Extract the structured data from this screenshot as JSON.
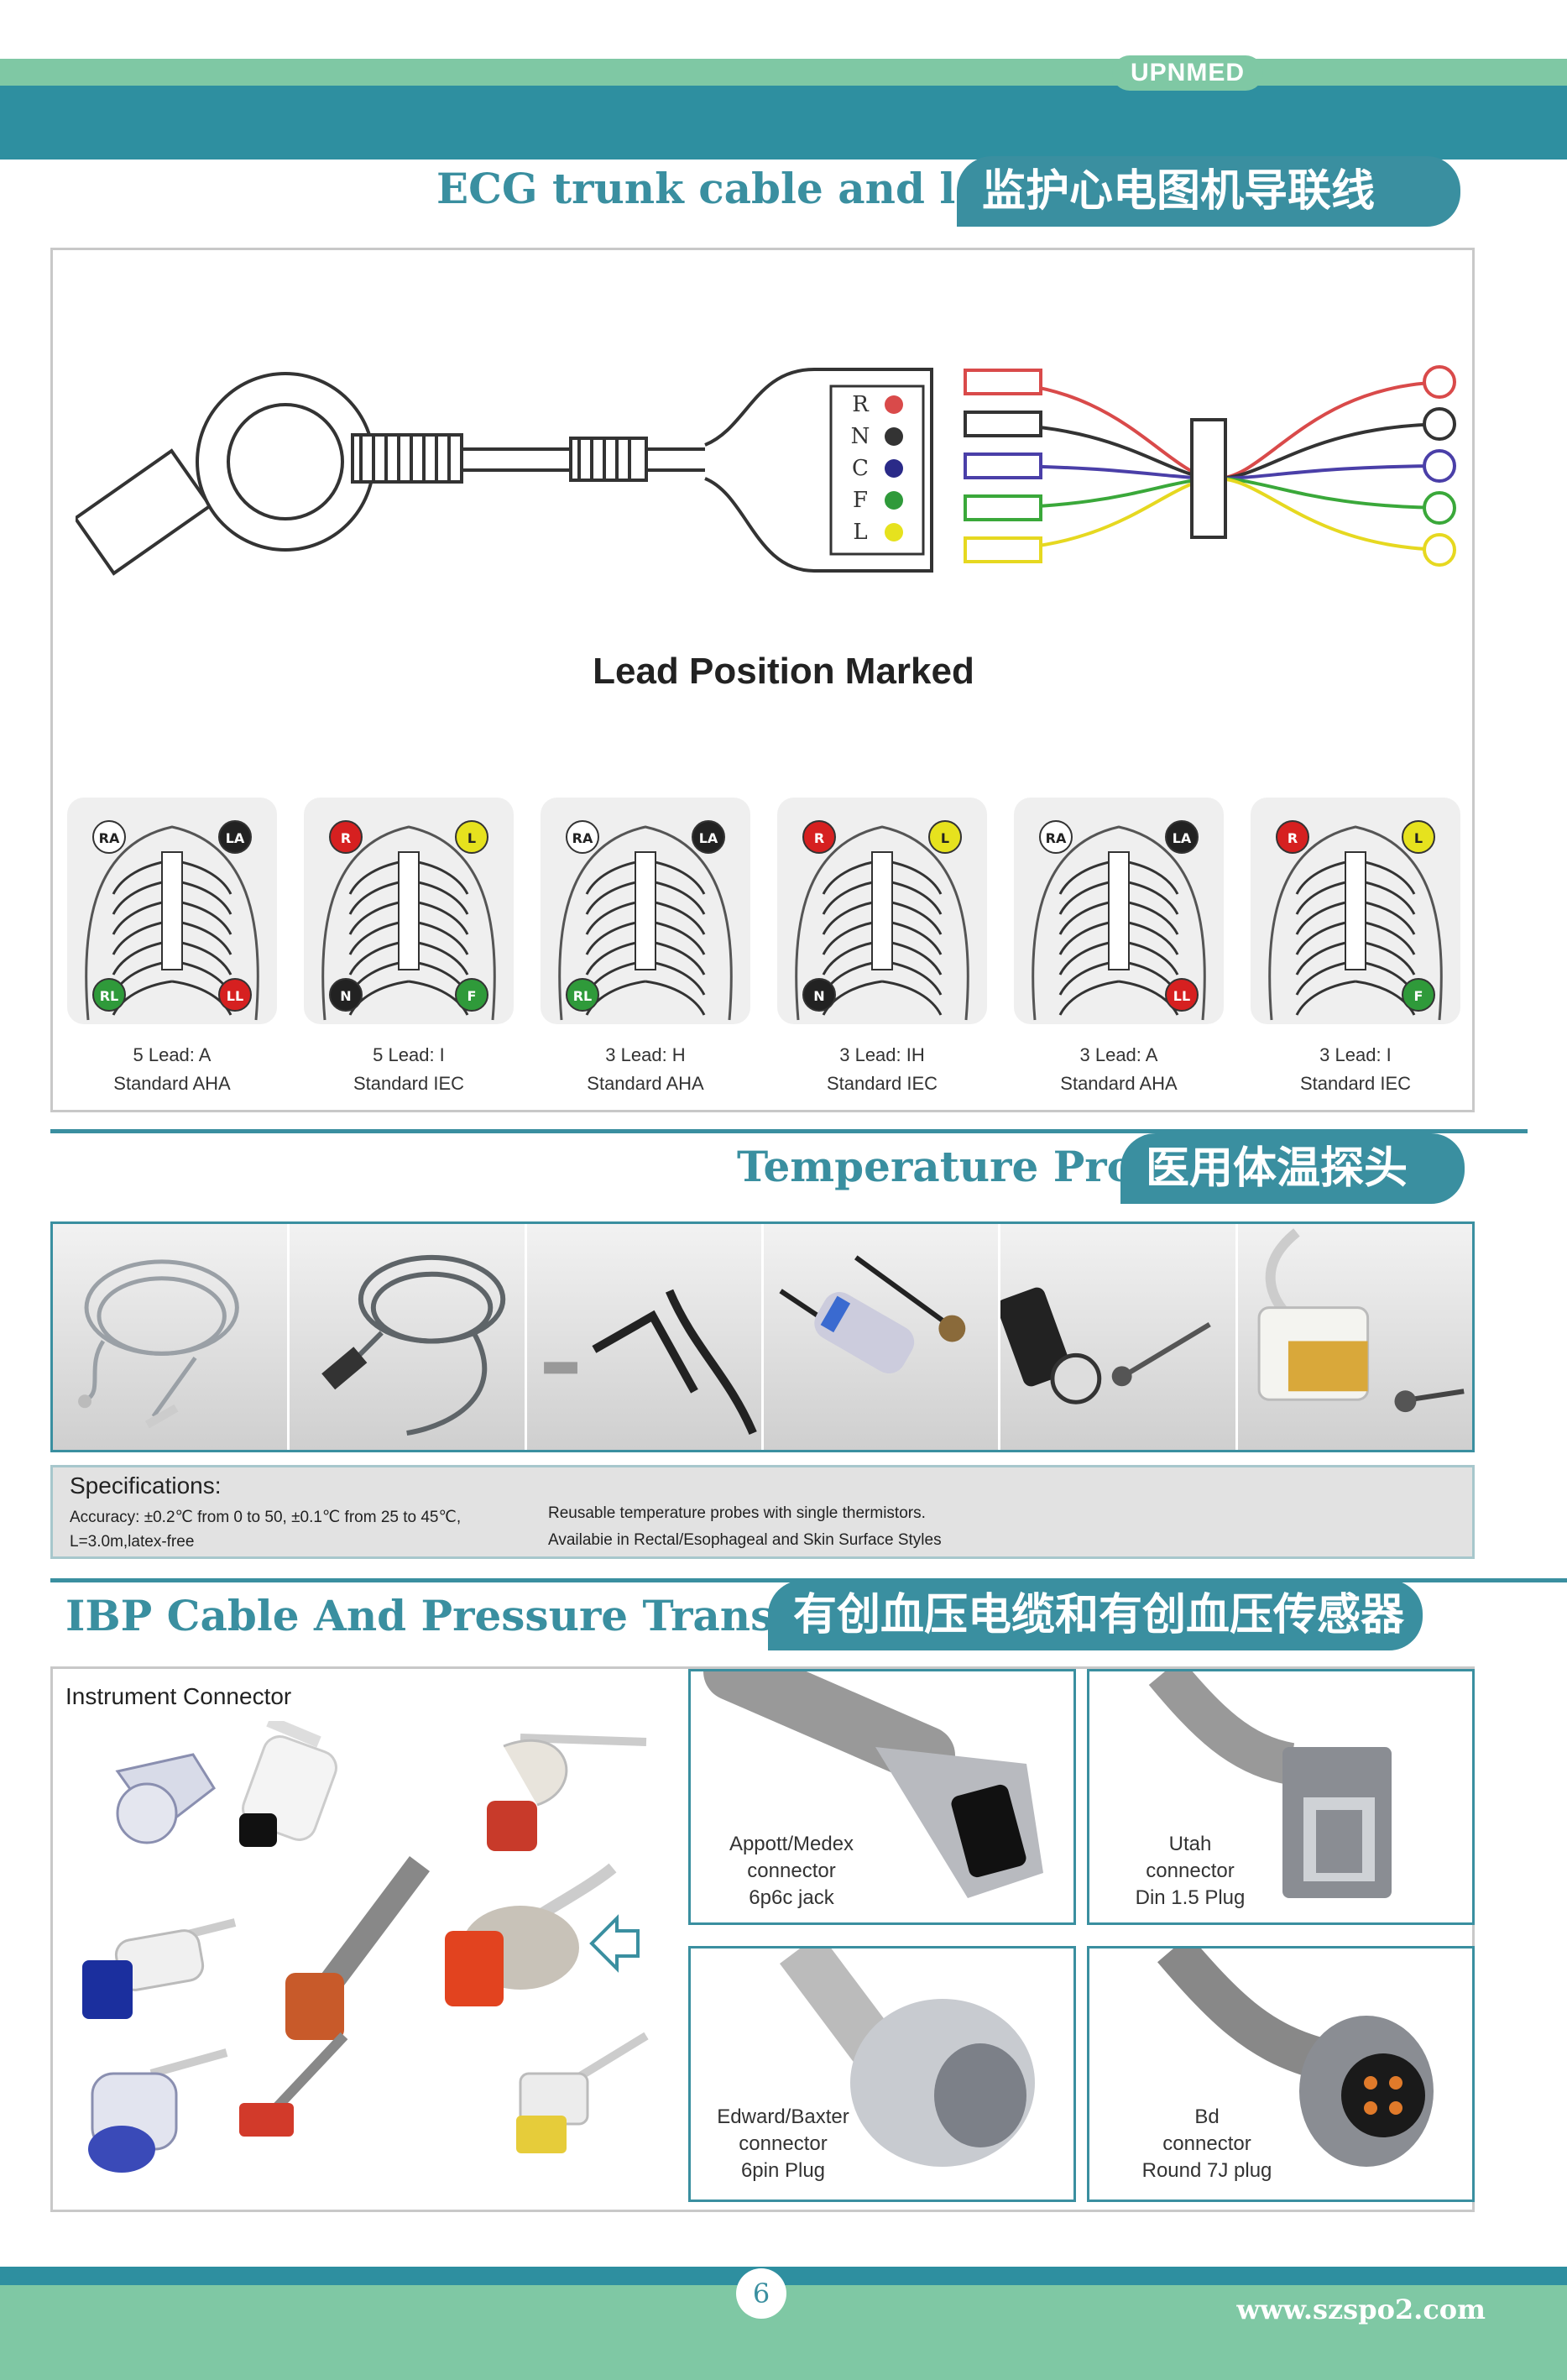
{
  "brand": "UPNMED",
  "ecg": {
    "title_en": "ECG trunk cable and leads",
    "title_cn": "监护心电图机导联线",
    "connector_letters": [
      "R",
      "N",
      "C",
      "F",
      "L"
    ],
    "diagram_caption": "Lead Position Marked",
    "diagrams": [
      {
        "line1": "5 Lead: A",
        "line2": "Standard AHA",
        "top": [
          "RA",
          "LA"
        ],
        "bottom": [
          "RL",
          "LL"
        ],
        "top_colors": [
          "#ffffff",
          "#222222"
        ],
        "bottom_colors": [
          "#2f9a3a",
          "#d62020"
        ]
      },
      {
        "line1": "5 Lead: I",
        "line2": "Standard IEC",
        "top": [
          "R",
          "L"
        ],
        "bottom": [
          "N",
          "F"
        ],
        "top_colors": [
          "#d62020",
          "#e6e21e"
        ],
        "bottom_colors": [
          "#222222",
          "#2f9a3a"
        ]
      },
      {
        "line1": "3 Lead: H",
        "line2": "Standard AHA",
        "top": [
          "RA",
          "LA"
        ],
        "bottom": [
          "RL",
          ""
        ],
        "top_colors": [
          "#ffffff",
          "#222222"
        ],
        "bottom_colors": [
          "#2f9a3a",
          ""
        ]
      },
      {
        "line1": "3 Lead: IH",
        "line2": "Standard IEC",
        "top": [
          "R",
          "L"
        ],
        "bottom": [
          "N",
          ""
        ],
        "top_colors": [
          "#d62020",
          "#e6e21e"
        ],
        "bottom_colors": [
          "#222222",
          ""
        ]
      },
      {
        "line1": "3 Lead: A",
        "line2": "Standard AHA",
        "top": [
          "RA",
          "LA"
        ],
        "bottom": [
          "",
          "LL"
        ],
        "top_colors": [
          "#ffffff",
          "#222222"
        ],
        "bottom_colors": [
          "",
          "#d62020"
        ]
      },
      {
        "line1": "3 Lead: I",
        "line2": "Standard IEC",
        "top": [
          "R",
          "L"
        ],
        "bottom": [
          "",
          "F"
        ],
        "top_colors": [
          "#d62020",
          "#e6e21e"
        ],
        "bottom_colors": [
          "",
          "#2f9a3a"
        ]
      }
    ],
    "lead_colors": [
      "#d94a4a",
      "#333333",
      "#4a3fa8",
      "#3aa83a",
      "#e6d820"
    ]
  },
  "temp": {
    "title_en": "Temperature Probe",
    "title_cn": "医用体温探头",
    "spec_title": "Specifications:",
    "spec_lines_left": [
      "Accuracy:  ±0.2℃ from 0 to 50,  ±0.1℃ from 25 to 45℃,",
      "L=3.0m,latex-free"
    ],
    "spec_lines_right": [
      "Reusable temperature probes with single thermistors.",
      "Availabie in Rectal/Esophageal and Skin Surface Styles"
    ]
  },
  "ibp": {
    "title_en": "IBP Cable And Pressure Transducers",
    "title_cn": "有创血压电缆和有创血压传感器",
    "instrument_label": "Instrument Connector",
    "connectors": [
      {
        "lines": [
          "Appott/Medex",
          "connector",
          "6p6c jack"
        ]
      },
      {
        "lines": [
          "Utah",
          "connector",
          "Din 1.5 Plug"
        ]
      },
      {
        "lines": [
          "Edward/Baxter",
          "connector",
          "6pin Plug"
        ]
      },
      {
        "lines": [
          "Bd",
          "connector",
          "Round 7J plug"
        ]
      }
    ]
  },
  "footer": {
    "page_number": "6",
    "website": "www.szspo2.com"
  },
  "colors": {
    "teal": "#3a8fa0",
    "green": "#7fc8a4"
  }
}
